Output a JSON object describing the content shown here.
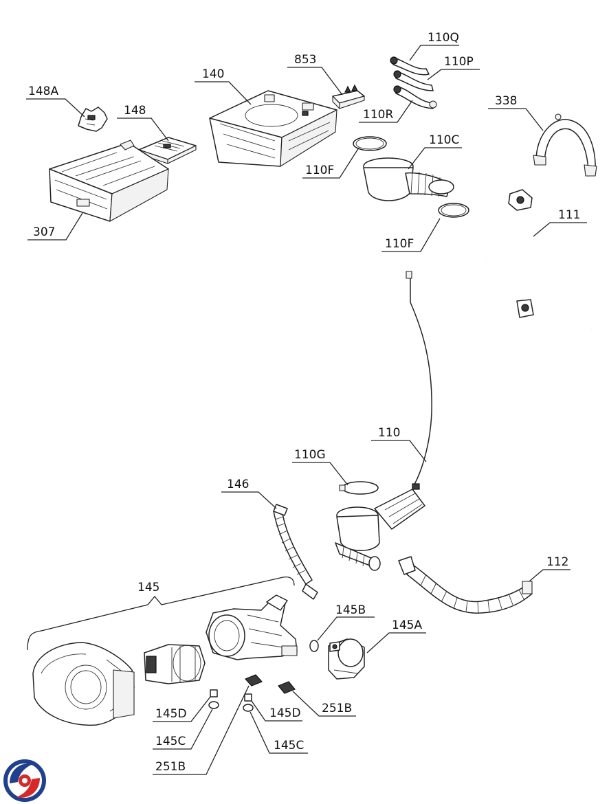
{
  "labels": {
    "l148A": "148A",
    "l148": "148",
    "l140": "140",
    "l853": "853",
    "l110Q": "110Q",
    "l110P": "110P",
    "l110R": "110R",
    "l338": "338",
    "l110C": "110C",
    "l110F_top": "110F",
    "l110F_bot": "110F",
    "l307": "307",
    "l111": "111",
    "l110": "110",
    "l110G": "110G",
    "l146": "146",
    "l112": "112",
    "l145": "145",
    "l145B": "145B",
    "l145A": "145A",
    "l145D_left": "145D",
    "l145C_left": "145C",
    "l145D_right": "145D",
    "l251B_right": "251B",
    "l145C_right": "145C",
    "l251B_bottom": "251B"
  },
  "logo": {
    "name": "brand-logo",
    "colors": [
      "#1f3f8f",
      "#d62828"
    ]
  }
}
